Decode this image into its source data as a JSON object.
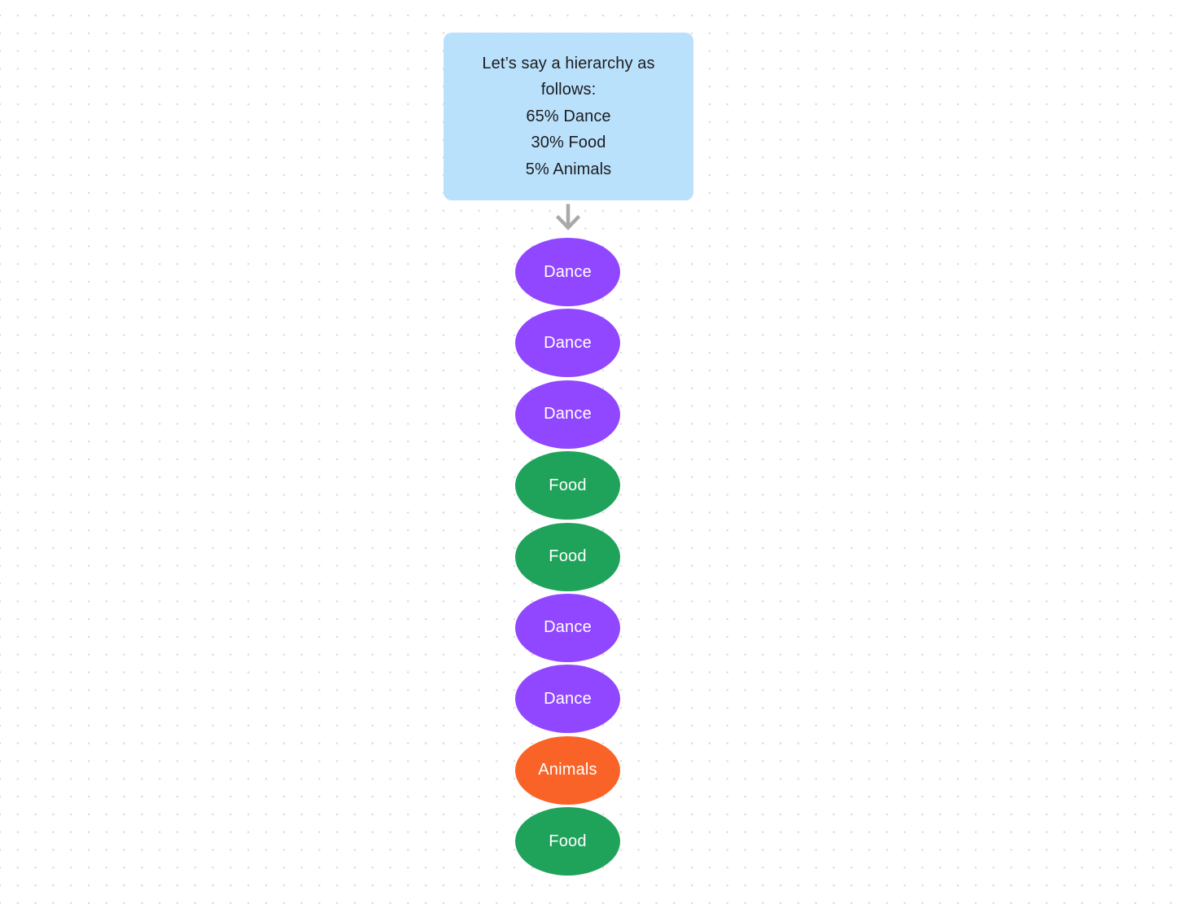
{
  "canvas": {
    "background_color": "#ffffff",
    "dot_color": "#d8d8d8"
  },
  "note": {
    "fill_color": "#bae1fc",
    "text_color": "#1b1c1f",
    "lines": [
      "Let’s say a hierarchy as",
      "follows:",
      "65% Dance",
      "30% Food",
      "5% Animals"
    ]
  },
  "connector": {
    "icon": "down-arrow-icon",
    "color": "#a9a9a9"
  },
  "nodes": [
    {
      "label": "Dance"
    },
    {
      "label": "Dance"
    },
    {
      "label": "Dance"
    },
    {
      "label": "Food"
    },
    {
      "label": "Food"
    },
    {
      "label": "Dance"
    },
    {
      "label": "Dance"
    },
    {
      "label": "Animals"
    },
    {
      "label": "Food"
    }
  ],
  "node_colors": {
    "Dance": "#9147ff",
    "Food": "#1fa35a",
    "Animals": "#f96327"
  },
  "node_text_color": "#ffffff",
  "hierarchy": {
    "Dance": "65%",
    "Food": "30%",
    "Animals": "5%"
  }
}
